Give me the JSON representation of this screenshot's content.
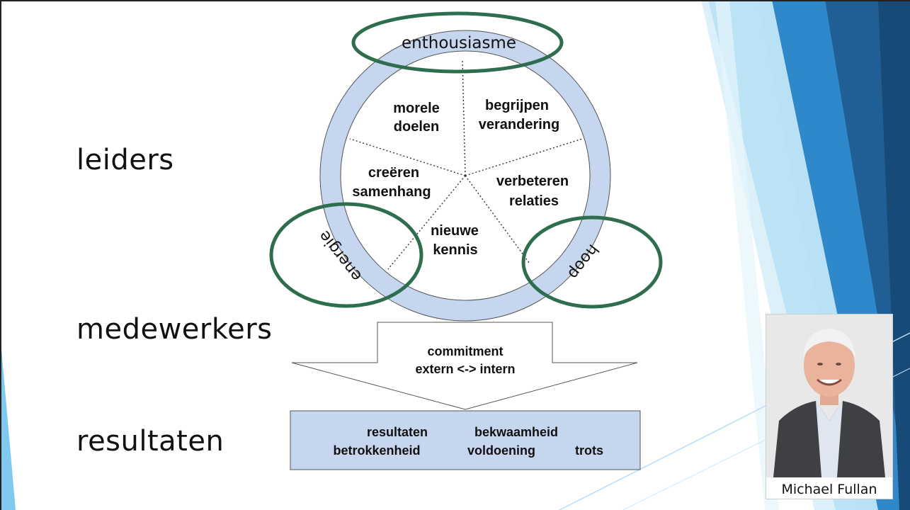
{
  "labels": {
    "leaders": "leiders",
    "employees": "medewerkers",
    "results": "resultaten"
  },
  "ring": {
    "top": "enthousiasme",
    "left": "energie",
    "right": "hoop"
  },
  "segments": [
    {
      "line1": "morele",
      "line2": "doelen"
    },
    {
      "line1": "begrijpen",
      "line2": "verandering"
    },
    {
      "line1": "verbeteren",
      "line2": "relaties"
    },
    {
      "line1": "nieuwe",
      "line2": "kennis"
    },
    {
      "line1": "creëren",
      "line2": "samenhang"
    }
  ],
  "arrow": {
    "line1": "commitment",
    "line2": "extern <-> intern"
  },
  "results_box": {
    "r1a": "resultaten",
    "r1b": "bekwaamheid",
    "r2a": "betrokkenheid",
    "r2b": "voldoening",
    "r2c": "trots"
  },
  "photo": {
    "caption": "Michael Fullan"
  },
  "colors": {
    "ring_fill": "#c6d6ee",
    "highlight_ellipse": "#2e6e4e",
    "accent_blue": "#2e88c9"
  }
}
